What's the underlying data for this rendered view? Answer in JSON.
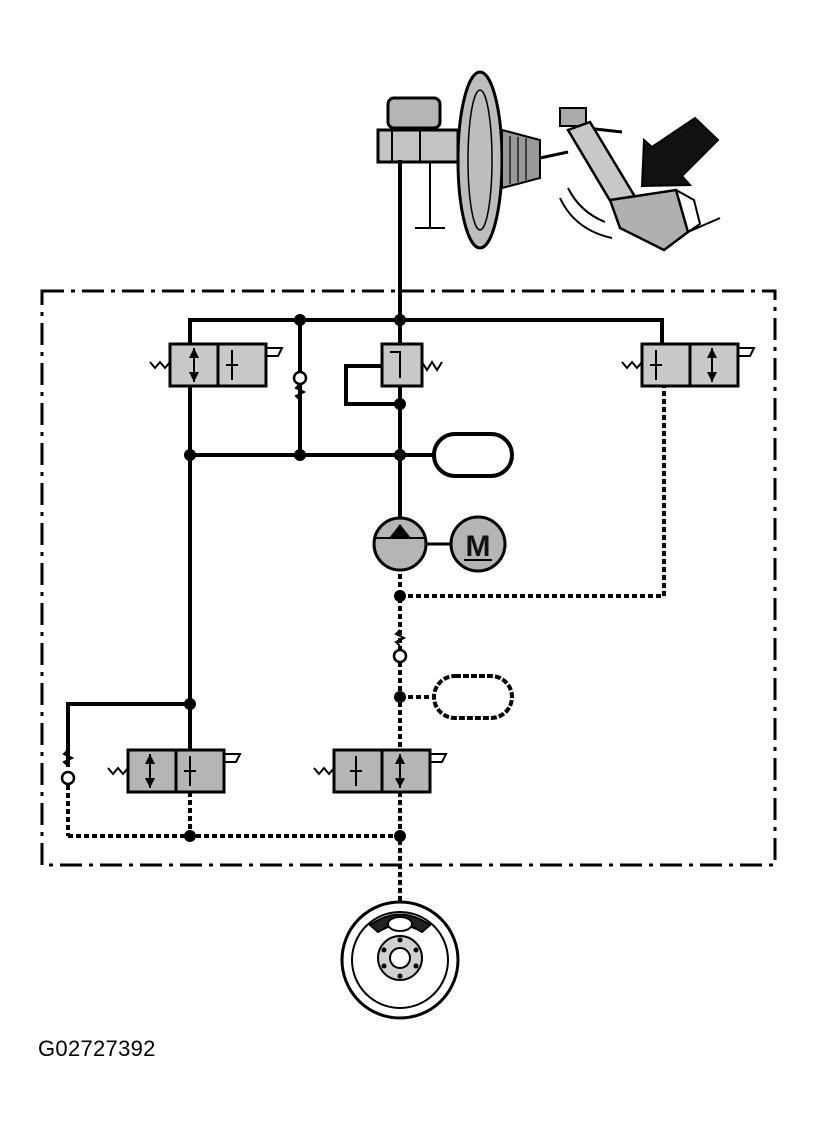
{
  "figure": {
    "id_label": "G02727392",
    "motor_label": "M"
  },
  "colors": {
    "line": "#000000",
    "component_fill": "#b5b5b5",
    "background": "#ffffff"
  },
  "components": [
    "master-cylinder-icon",
    "brake-booster-icon",
    "brake-pedal-icon",
    "pedal-force-arrow-icon",
    "control-unit-boundary",
    "pilot-valve-icon",
    "changeover-valve-icon",
    "suction-valve-icon",
    "check-valve-icon",
    "accumulator-icon",
    "pump-icon",
    "motor-icon",
    "inlet-valve-icon",
    "outlet-valve-icon",
    "wheel-brake-icon"
  ]
}
